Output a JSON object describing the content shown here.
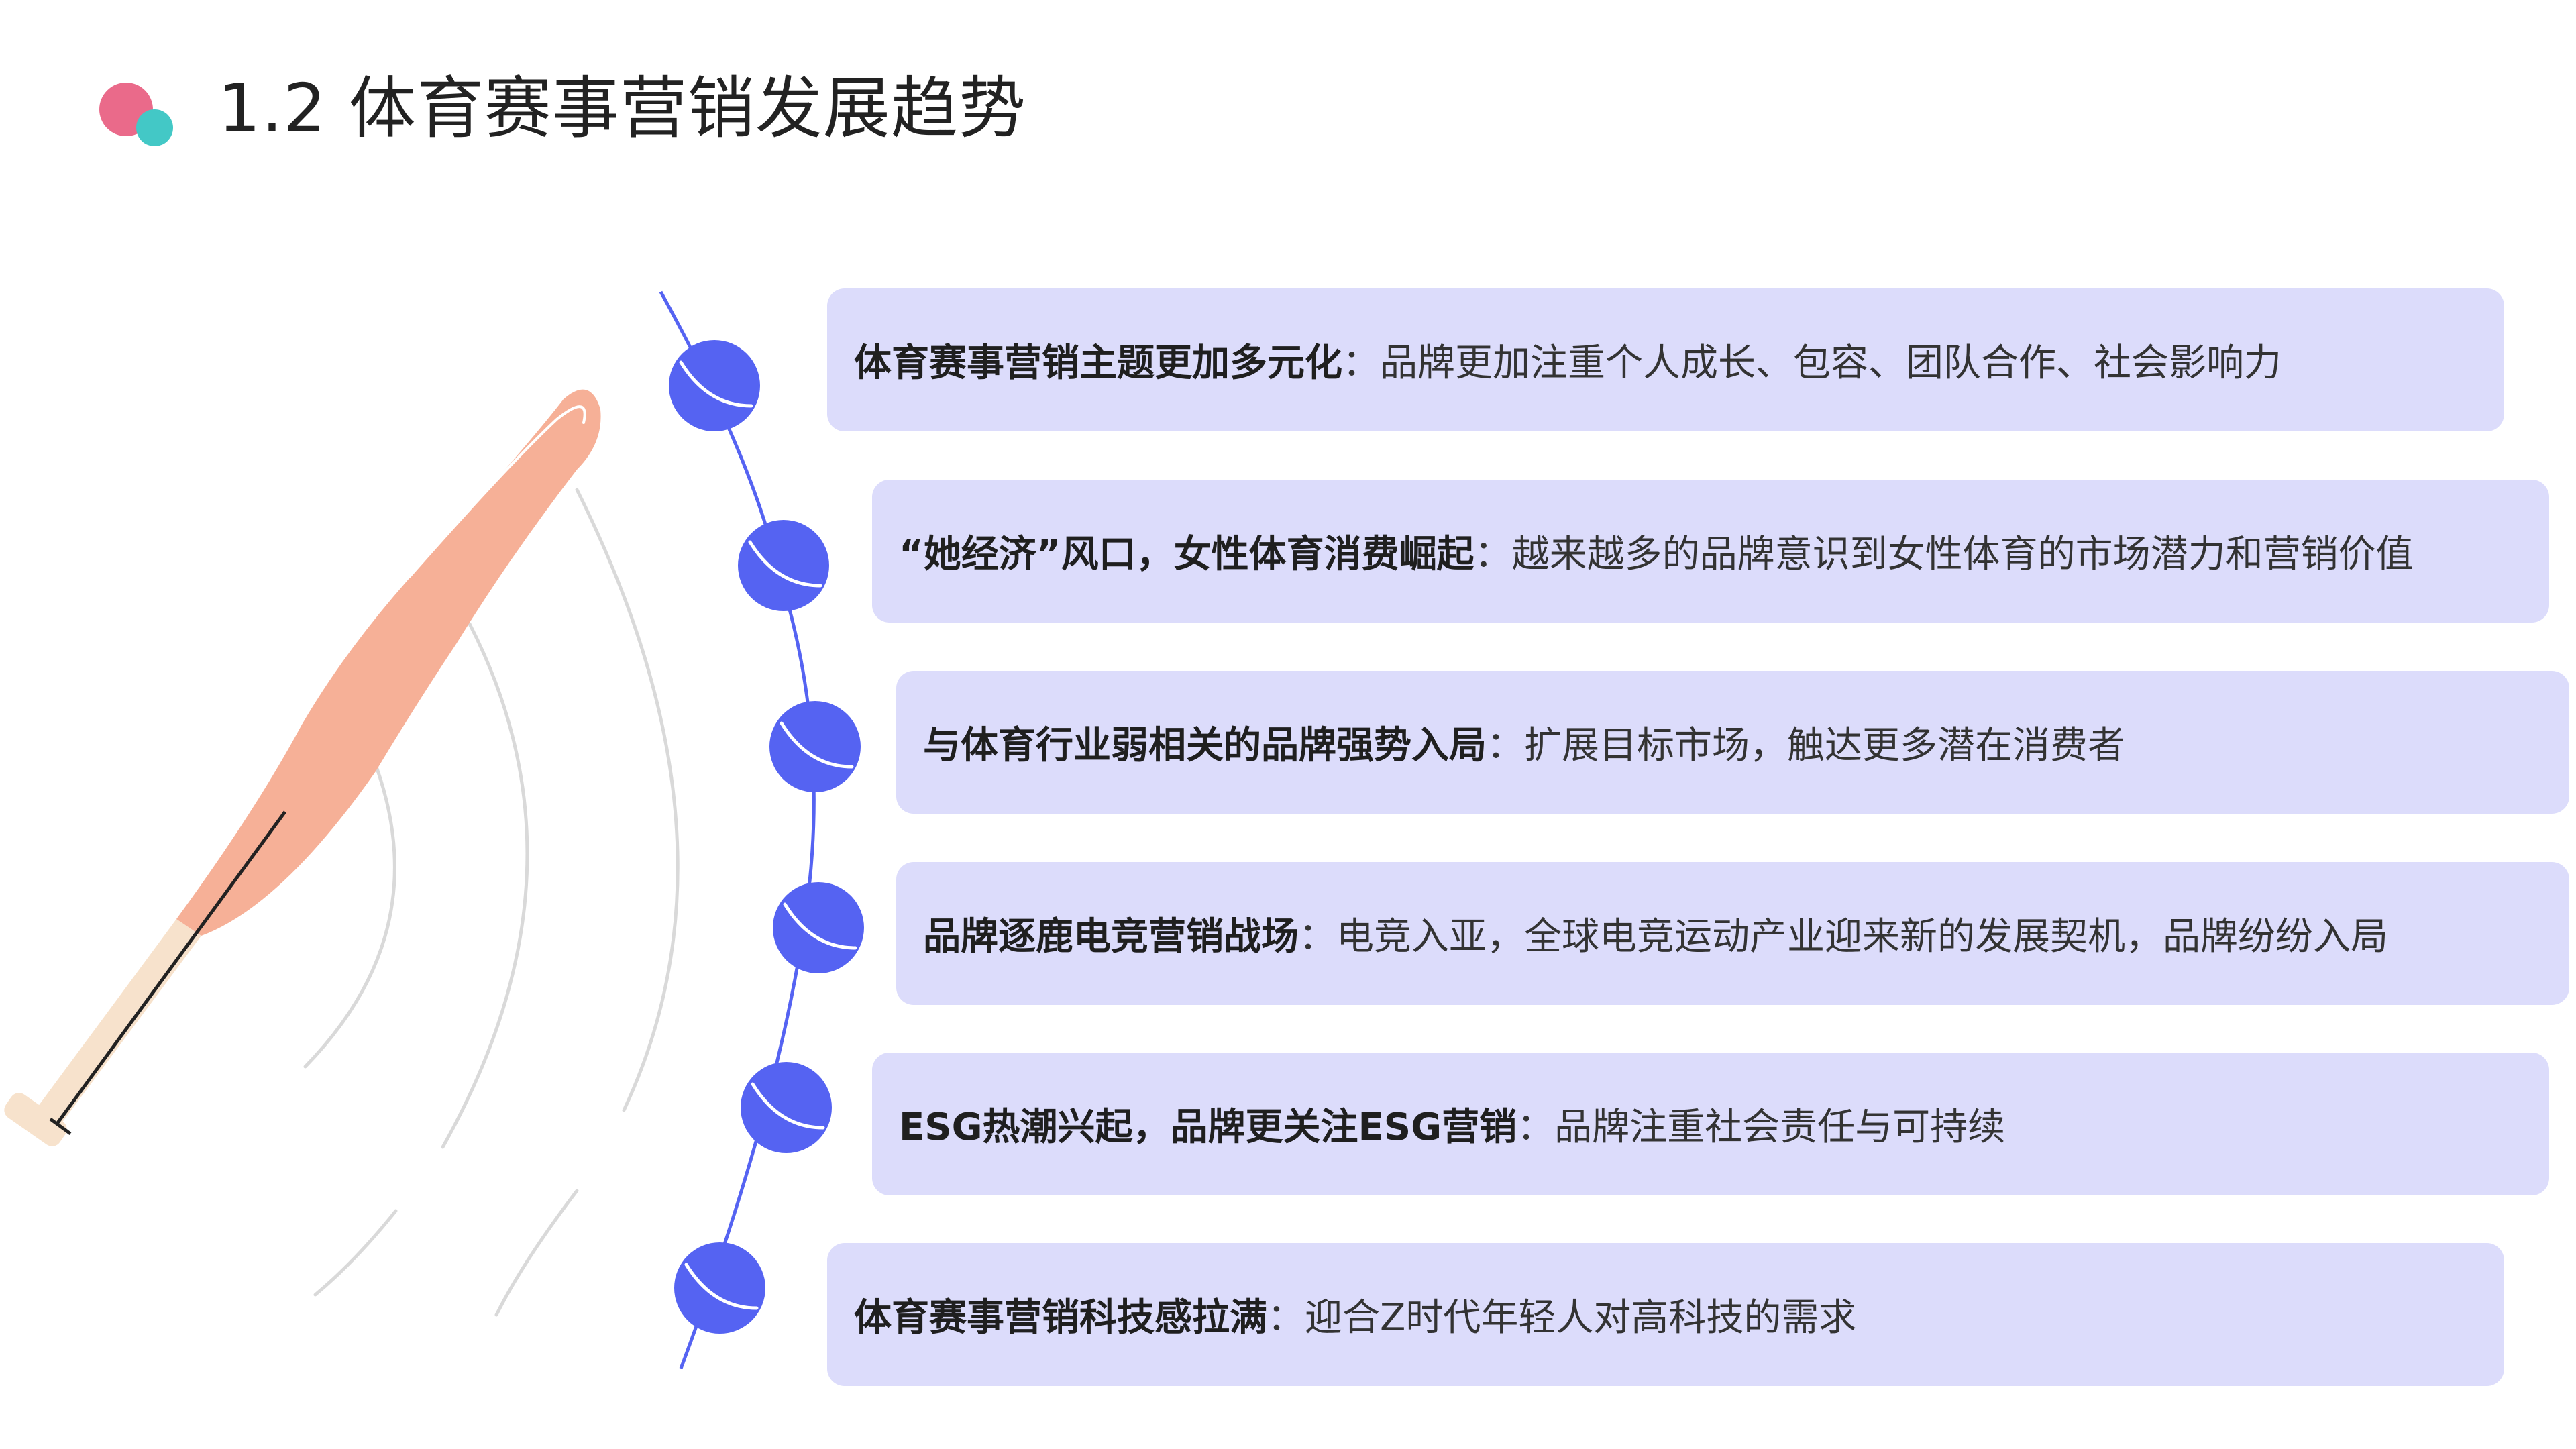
{
  "title": "1.2 体育赛事营销发展趋势",
  "colors": {
    "pink": "#ea6a8a",
    "teal": "#43c8c6",
    "card_bg": "#dcdcfb",
    "ball": "#5563f2",
    "bat": "#f6b097",
    "grip": "#f7e2cc",
    "timeline": "#5563f2",
    "arc": "#d9d9d9"
  },
  "icons": {
    "logo": "circles-logo-icon",
    "illustration": "baseball-bat-icon",
    "bullet": "ball-icon"
  },
  "items": [
    {
      "head": "体育赛事营销主题更加多元化",
      "sep": "：",
      "desc": "品牌更加注重个人成长、包容、团队合作、社会影响力"
    },
    {
      "head": "“她经济”风口，女性体育消费崛起",
      "sep": "：",
      "desc": "越来越多的品牌意识到女性体育的市场潜力和营销价值"
    },
    {
      "head": "与体育行业弱相关的品牌强势入局",
      "sep": "：",
      "desc": "扩展目标市场，触达更多潜在消费者"
    },
    {
      "head": "品牌逐鹿电竞营销战场",
      "sep": "：",
      "desc": "电竞入亚，全球电竞运动产业迎来新的发展契机，品牌纷纷入局"
    },
    {
      "head": "ESG热潮兴起，品牌更关注ESG营销",
      "sep": "：",
      "desc": "品牌注重社会责任与可持续"
    },
    {
      "head": "体育赛事营销科技感拉满 ",
      "sep": "：",
      "desc": "迎合Z时代年轻人对高科技的需求"
    }
  ]
}
